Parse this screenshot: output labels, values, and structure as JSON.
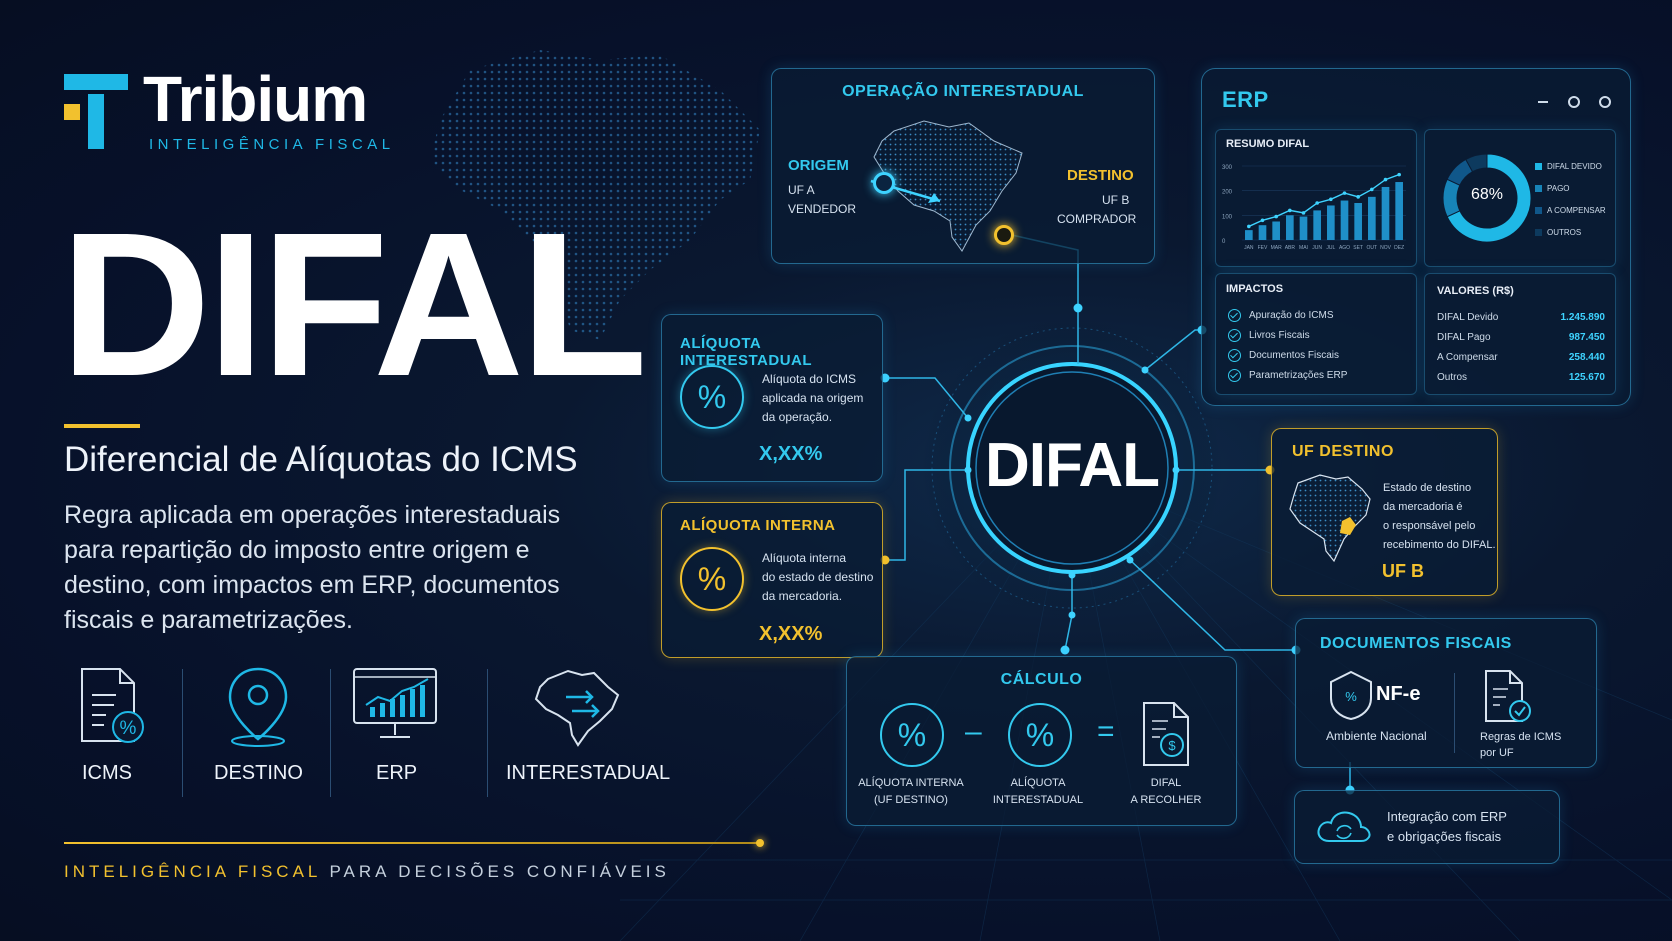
{
  "brand": {
    "name": "Tribium",
    "tagline": "INTELIGÊNCIA FISCAL",
    "accent_cyan": "#1fb8e6",
    "accent_gold": "#f2c12e"
  },
  "hero": {
    "title": "DIFAL",
    "subtitle": "Diferencial de Alíquotas do ICMS",
    "description_lines": [
      "Regra aplicada em operações interestaduais",
      "para repartição do imposto entre origem e",
      "destino, com impactos em ERP, documentos",
      "fiscais e parametrizações."
    ]
  },
  "features": [
    {
      "label": "ICMS",
      "icon": "document-percent-icon"
    },
    {
      "label": "DESTINO",
      "icon": "location-pin-icon"
    },
    {
      "label": "ERP",
      "icon": "monitor-chart-icon"
    },
    {
      "label": "INTERESTADUAL",
      "icon": "brazil-map-arrows-icon"
    }
  ],
  "footer": {
    "highlight": "INTELIGÊNCIA FISCAL",
    "rest": "PARA DECISÕES CONFIÁVEIS"
  },
  "operation": {
    "title": "OPERAÇÃO INTERESTADUAL",
    "origin_label": "ORIGEM",
    "origin_line1": "UF A",
    "origin_line2": "VENDEDOR",
    "dest_label": "DESTINO",
    "dest_line1": "UF B",
    "dest_line2": "COMPRADOR"
  },
  "erp": {
    "title": "ERP",
    "resumo": {
      "title": "RESUMO DIFAL",
      "y_ticks": [
        "300",
        "200",
        "100",
        "0"
      ],
      "months": [
        "JAN",
        "FEV",
        "MAR",
        "ABR",
        "MAI",
        "JUN",
        "JUL",
        "AGO",
        "SET",
        "OUT",
        "NOV",
        "DEZ"
      ],
      "bars": [
        40,
        60,
        75,
        100,
        95,
        120,
        140,
        160,
        150,
        175,
        215,
        235
      ],
      "line": [
        55,
        80,
        95,
        120,
        110,
        150,
        165,
        190,
        175,
        205,
        245,
        265
      ]
    },
    "donut": {
      "percent": "68%",
      "segments": [
        68,
        14,
        10,
        8
      ],
      "colors": [
        "#1fb8e6",
        "#1784b8",
        "#10578a",
        "#0d3a5e"
      ],
      "legend": [
        "DIFAL DEVIDO",
        "PAGO",
        "A COMPENSAR",
        "OUTROS"
      ]
    },
    "impactos": {
      "title": "IMPACTOS",
      "items": [
        "Apuração do ICMS",
        "Livros Fiscais",
        "Documentos Fiscais",
        "Parametrizações ERP"
      ]
    },
    "valores": {
      "title": "VALORES (R$)",
      "rows": [
        {
          "label": "DIFAL Devido",
          "value": "1.245.890"
        },
        {
          "label": "DIFAL Pago",
          "value": "987.450"
        },
        {
          "label": "A Compensar",
          "value": "258.440"
        },
        {
          "label": "Outros",
          "value": "125.670"
        }
      ]
    }
  },
  "center": {
    "label": "DIFAL"
  },
  "aliquota_inter": {
    "title": "ALÍQUOTA INTERESTADUAL",
    "symbol": "%",
    "desc_lines": [
      "Alíquota do ICMS",
      "aplicada na origem",
      "da operação."
    ],
    "value": "X,XX%"
  },
  "aliquota_interna": {
    "title": "ALÍQUOTA INTERNA",
    "symbol": "%",
    "desc_lines": [
      "Alíquota interna",
      "do estado de destino",
      "da mercadoria."
    ],
    "value": "X,XX%"
  },
  "uf_destino": {
    "title": "UF DESTINO",
    "desc_lines": [
      "Estado de destino",
      "da mercadoria é",
      "o responsável pelo",
      "recebimento do DIFAL."
    ],
    "value": "UF B"
  },
  "calculo": {
    "title": "CÁLCULO",
    "symbol": "%",
    "minus": "–",
    "equals": "=",
    "item1": [
      "ALÍQUOTA INTERNA",
      "(UF DESTINO)"
    ],
    "item2": [
      "ALÍQUOTA",
      "INTERESTADUAL"
    ],
    "item3": [
      "DIFAL",
      "A RECOLHER"
    ]
  },
  "documentos": {
    "title": "DOCUMENTOS FISCAIS",
    "nfe": "NF-e",
    "nfe_sub": "Ambiente Nacional",
    "regras": [
      "Regras de ICMS",
      "por UF"
    ]
  },
  "integracao": {
    "lines": [
      "Integração com ERP",
      "e obrigações fiscais"
    ]
  }
}
